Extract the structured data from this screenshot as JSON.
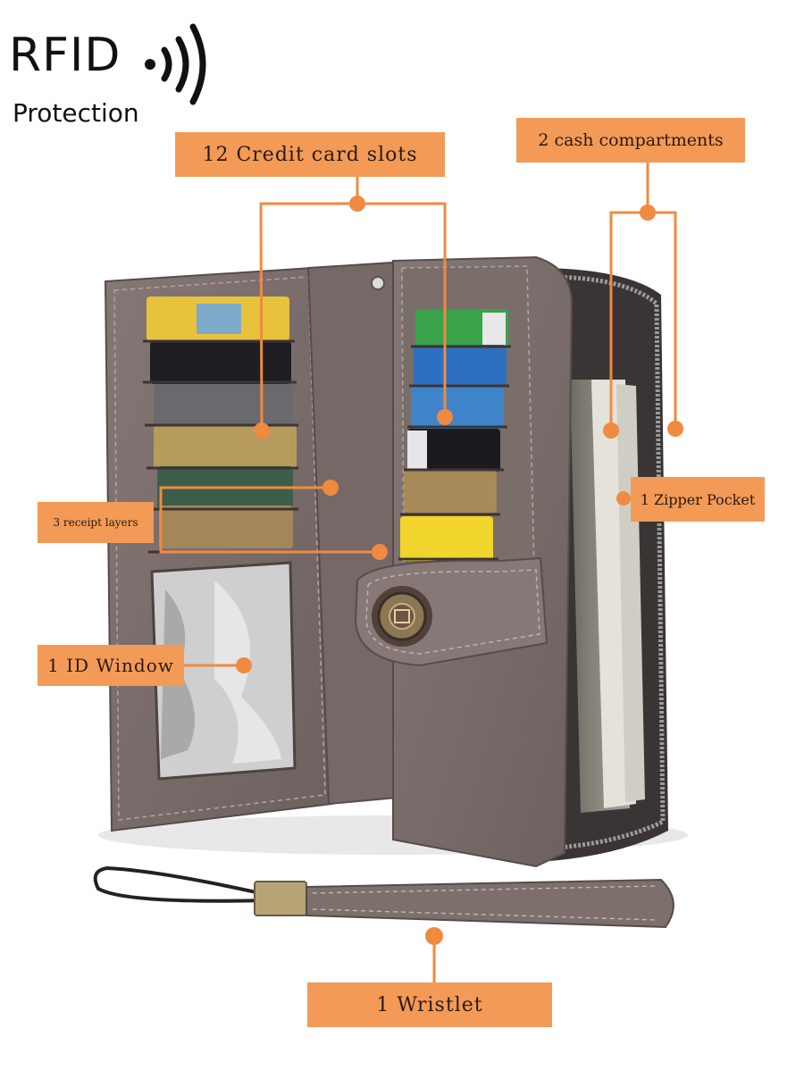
{
  "badge": {
    "word": "RFID",
    "subtitle": "Protection"
  },
  "callouts": {
    "credit_card_slots": "12 Credit card slots",
    "cash_compartments": "2 cash compartments",
    "zipper_pocket": "1 Zipper Pocket",
    "receipt_layers": "3 receipt layers",
    "id_window": "1 ID Window",
    "wristlet": "1 Wristlet"
  },
  "colors": {
    "callout_fill": "#f39a57",
    "leader_line": "#f08a40",
    "leather": "#7c6f6c",
    "leather_dark": "#5e5351",
    "zipper": "#9a9a9a"
  },
  "icons": [
    "rfid-wave-icon",
    "snap-button-icon"
  ]
}
